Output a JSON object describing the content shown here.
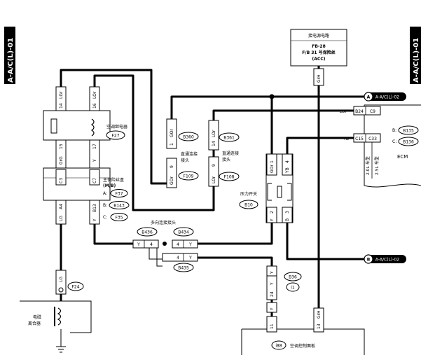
{
  "side_labels": {
    "left": "A-A/C(L)-01",
    "right": "A-A/C(L)-01"
  },
  "power_box": {
    "line1": "接电源电路",
    "line2": "FB-28",
    "line3": "F/B 31 号保险丝",
    "line4": "(ACC)"
  },
  "wire_colors": {
    "grh": "GrH",
    "lgr": "LGr",
    "lor": "LOr",
    "gor": "GOr",
    "grg": "GrG",
    "y": "Y",
    "lg": "LG",
    "yb": "YB",
    "b": "B"
  },
  "pins": {
    "p14": "14",
    "p16": "16",
    "p15": "15",
    "p17": "17",
    "c3": "C3",
    "c7": "C7",
    "a4": "A4",
    "b13": "B13",
    "p1": "1",
    "p9": "9",
    "p2": "2",
    "p3": "3",
    "p4": "4",
    "p24": "24",
    "p11": "11",
    "p13": "13",
    "b24": "B24",
    "c9": "C9",
    "c15": "C15",
    "c33": "C33"
  },
  "components": {
    "relay_name": "空调继电器",
    "relay_ref": "F27",
    "mb_name": "主保险丝盒",
    "mb_sub": "(M/B)",
    "mb_refs": [
      {
        "label": "A:",
        "ref": "F37"
      },
      {
        "label": "B:",
        "ref": "B143"
      },
      {
        "label": "C:",
        "ref": "F35"
      }
    ],
    "b360": "B360",
    "f109": "F109",
    "direct1_l1": "直通连接",
    "direct1_l2": "接头",
    "b361": "B361",
    "f108": "F108",
    "direct2_l1": "直通连接",
    "direct2_l2": "接头",
    "pressure_name": "压力开关",
    "pressure_ref": "B10",
    "multi_name": "多向连接接头",
    "b436": "B436",
    "b434": "B434",
    "b435": "B435",
    "ecm": "ECM",
    "ecm_refs": [
      {
        "label": "B:",
        "ref": "B135"
      },
      {
        "label": "C:",
        "ref": "B136"
      }
    ],
    "engine_l1": "2.0L 车型",
    "engine_l2": "2.5L 车型",
    "b36": "B36",
    "i1": "i1",
    "f24": "F24",
    "clutch_l1": "电磁",
    "clutch_l2": "离合器",
    "panel_ref": "i88",
    "panel_name": "空调控制面板"
  },
  "refs": {
    "a_letter": "A",
    "a_text": "A-A/C(L)-02",
    "b_letter": "B",
    "b_text": "A-A/C(L)-02"
  }
}
